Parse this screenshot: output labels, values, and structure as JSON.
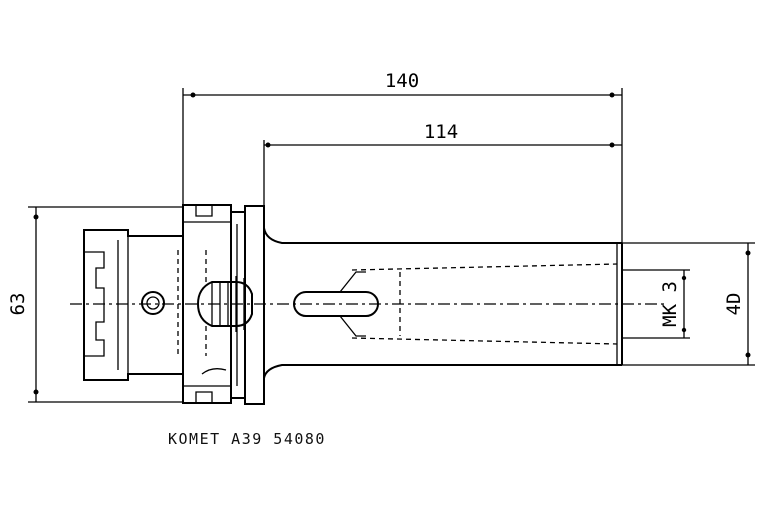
{
  "dimensions": {
    "overall_length": "140",
    "shank_length": "114",
    "flange_diameter": "63",
    "body_diameter": "4D",
    "taper": "MK 3"
  },
  "caption": "KOMET A39 54080"
}
